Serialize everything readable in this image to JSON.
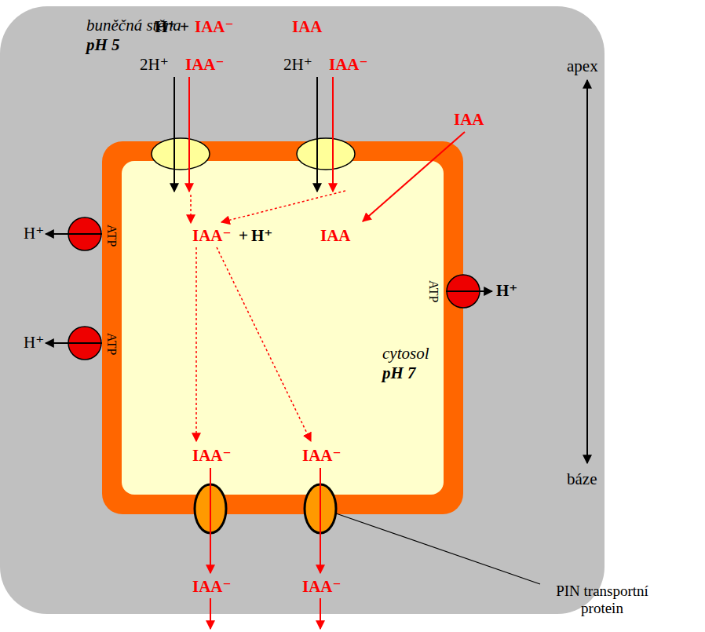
{
  "diagram": {
    "nodes": [
      {
        "text": [
          "buněčná stěna",
          "pH 5"
        ]
      },
      {
        "text": [
          "cytosol",
          "pH 7"
        ],
        "in": 0
      }
    ],
    "labels": [
      "H⁺",
      "+",
      "IAA⁻",
      "IAA",
      "2H⁺",
      "IAA⁻",
      "2H⁺",
      "IAA⁻",
      "IAA",
      "apex",
      "H⁺",
      "ATP",
      "IAA⁻",
      "+",
      "H⁺",
      "IAA",
      "ATP",
      "H⁺",
      "H⁺",
      "ATP",
      "IAA⁻",
      "IAA⁻",
      "báze",
      "IAA⁻",
      "IAA⁻",
      "PIN transportní protein"
    ]
  }
}
